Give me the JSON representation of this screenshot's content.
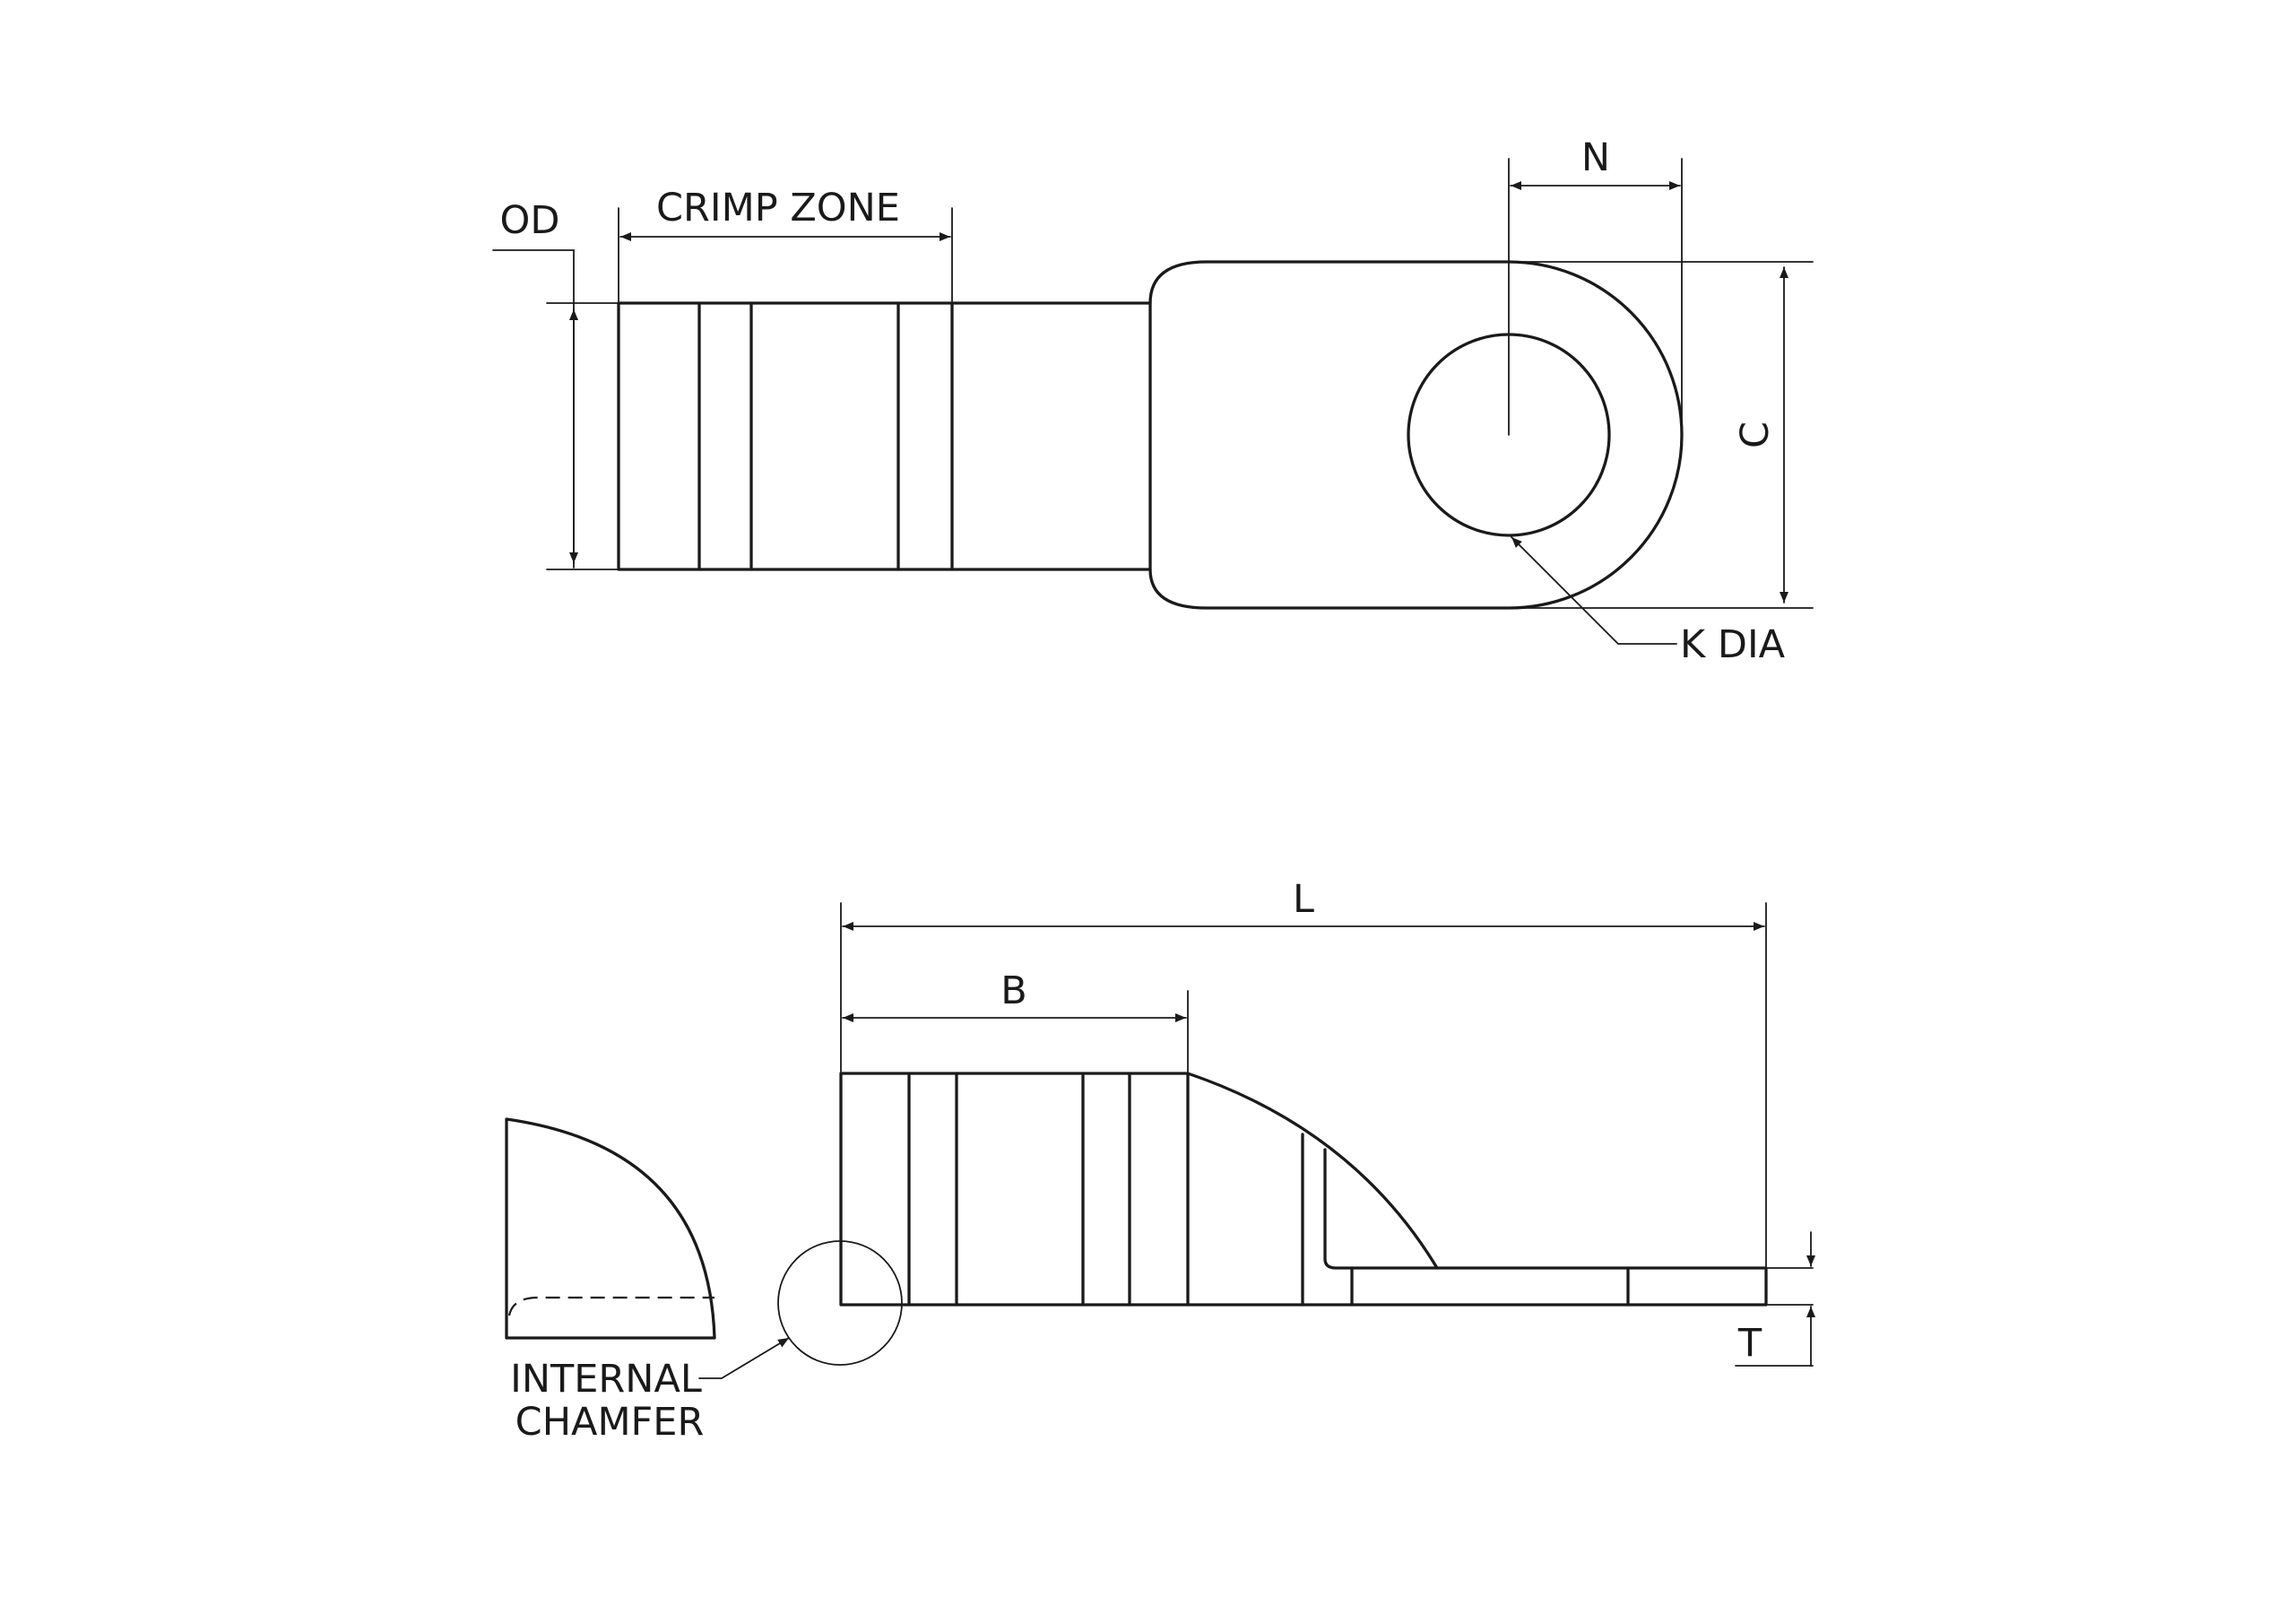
{
  "top_view": {
    "od_label": "OD",
    "crimp_zone_label": "CRIMP ZONE",
    "n_label": "N",
    "c_label": "C",
    "k_dia_label": "K DIA"
  },
  "side_view": {
    "l_label": "L",
    "b_label": "B",
    "t_label": "T",
    "chamfer_label_line1": "INTERNAL",
    "chamfer_label_line2": "CHAMFER"
  },
  "colors": {
    "line": "#1a1a1a",
    "background": "#ffffff"
  }
}
